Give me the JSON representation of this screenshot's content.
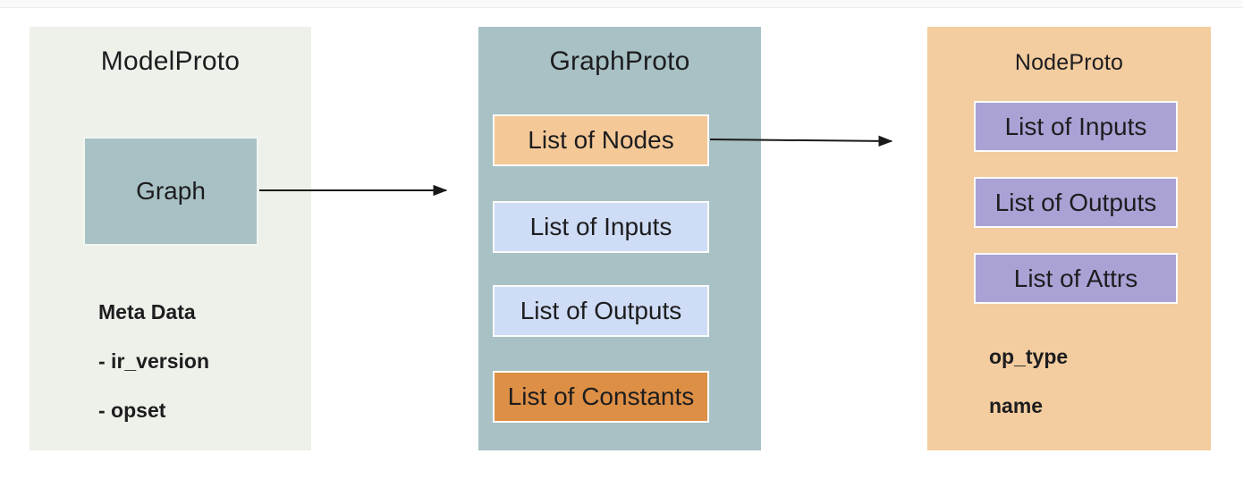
{
  "page": {
    "background": "#ffffff",
    "top_strip_color": "#fafafa",
    "arrow_color": "#1a1a1a"
  },
  "panels": [
    {
      "title": "ModelProto",
      "bg": "#edf1e9",
      "graph_box": {
        "label": "Graph",
        "bg": "#a8c1c5"
      },
      "meta_items": [
        {
          "label": "Meta Data"
        },
        {
          "label": "- ir_version"
        },
        {
          "label": "- opset"
        }
      ]
    },
    {
      "title": "GraphProto",
      "bg": "#a8c1c5",
      "boxes": [
        {
          "label": "List of Nodes",
          "bg": "#f5c997"
        },
        {
          "label": "List of Inputs",
          "bg": "#cfdcf5"
        },
        {
          "label": "List of Outputs",
          "bg": "#cfdcf5"
        },
        {
          "label": "List of Constants",
          "bg": "#dd8f46"
        }
      ]
    },
    {
      "title": "NodeProto",
      "bg": "#f3cc9f",
      "boxes": [
        {
          "label": "List of Inputs",
          "bg": "#aaa2d5"
        },
        {
          "label": "List of Outputs",
          "bg": "#aaa2d5"
        },
        {
          "label": "List of Attrs",
          "bg": "#aaa2d5"
        }
      ],
      "fields": [
        {
          "label": "op_type"
        },
        {
          "label": "name"
        }
      ]
    }
  ],
  "arrows": [
    {
      "from": "Graph",
      "to": "GraphProto"
    },
    {
      "from": "List of Nodes",
      "to": "NodeProto"
    }
  ]
}
